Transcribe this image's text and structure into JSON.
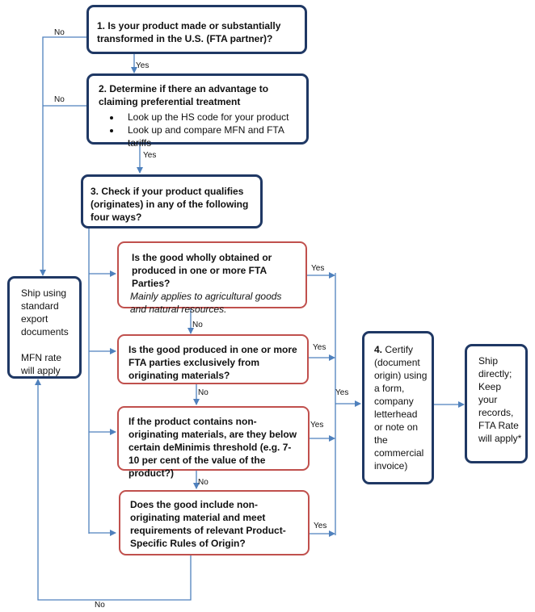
{
  "boxes": {
    "step1": {
      "title": "1. Is your product made or substantially transformed in the U.S. (FTA partner)?"
    },
    "step2": {
      "title": "2. Determine if there an advantage to claiming preferential treatment",
      "bullets": [
        "Look up the HS code for your product",
        "Look up and compare MFN and FTA tariffs"
      ]
    },
    "step3": {
      "title": "3. Check if your product qualifies (originates) in any of the following four ways?"
    },
    "q1": {
      "title": "Is the good wholly obtained or produced in one or more FTA Parties?",
      "note": "Mainly applies to agricultural goods and natural resources."
    },
    "q2": {
      "title": "Is the good produced in one or more FTA parties exclusively from originating materials?"
    },
    "q3": {
      "title": "If the product contains non-originating materials, are they below certain deMinimis threshold (e.g. 7-10 per cent of the value of the product?)"
    },
    "q4": {
      "title": "Does the good include non-originating material and meet requirements of relevant Product-Specific Rules of Origin?"
    },
    "step4": {
      "title": "4.",
      "text": "Certify (document origin) using a form, company letterhead or note on the commercial invoice)"
    },
    "ship_standard": {
      "text": "Ship using standard export documents\n\nMFN rate will apply"
    },
    "ship_direct": {
      "text": "Ship directly; Keep your records, FTA Rate will apply*"
    }
  },
  "labels": {
    "no1": "No",
    "yes1": "Yes",
    "no2": "No",
    "yes2": "Yes",
    "yes_q1": "Yes",
    "no_q1": "No",
    "yes_q2": "Yes",
    "no_q2": "No",
    "yes_q3": "Yes",
    "no_q3": "No",
    "yes_q4": "Yes",
    "yes_merge": "Yes",
    "no_bottom": "No"
  },
  "colors": {
    "box_blue": "#1f3864",
    "box_red": "#c0504d",
    "arrow": "#4f81bd"
  }
}
